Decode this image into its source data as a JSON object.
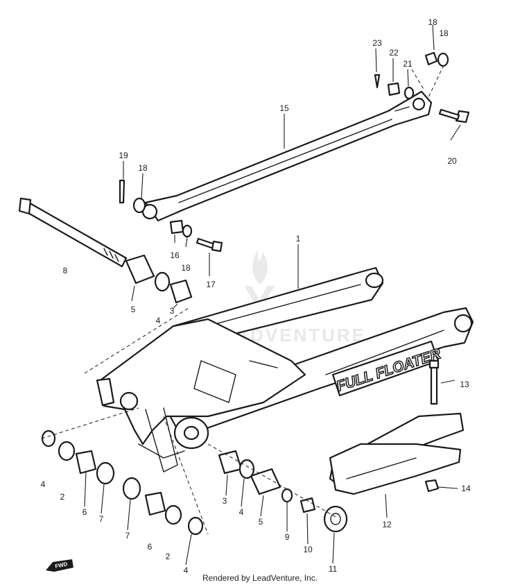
{
  "diagram": {
    "callouts": {
      "c1": "1",
      "c2a": "2",
      "c2b": "2",
      "c3a": "3",
      "c3b": "3",
      "c4a": "4",
      "c4b": "4",
      "c4c": "4",
      "c4d": "4",
      "c5a": "5",
      "c5b": "5",
      "c6a": "6",
      "c6b": "6",
      "c7a": "7",
      "c7b": "7",
      "c8": "8",
      "c9": "9",
      "c10": "10",
      "c11": "11",
      "c12": "12",
      "c13": "13",
      "c14": "14",
      "c15": "15",
      "c16": "16",
      "c17": "17",
      "c18a": "18",
      "c18b": "18",
      "c18c": "18",
      "c18d": "18",
      "c19": "19",
      "c20": "20",
      "c21": "21",
      "c22": "22",
      "c23": "23"
    },
    "swingarm_logo": "FULL FLOATER",
    "direction_badge": "FWD",
    "watermark": "LEADVENTURE"
  },
  "footer": {
    "credit": "Rendered by LeadVenture, Inc."
  }
}
